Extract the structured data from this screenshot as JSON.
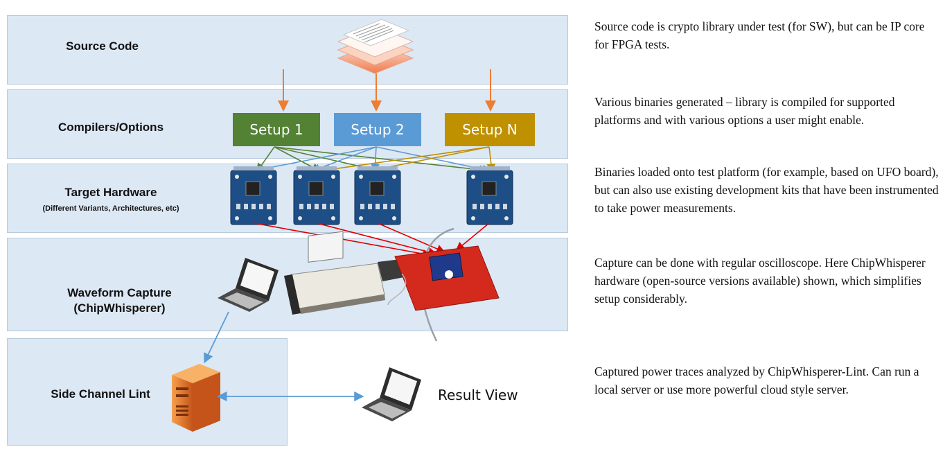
{
  "rows": [
    {
      "id": "source",
      "label": "Source Code",
      "sub": ""
    },
    {
      "id": "compilers",
      "label": "Compilers/Options",
      "sub": ""
    },
    {
      "id": "hardware",
      "label": "Target Hardware",
      "sub": "(Different Variants, Architectures, etc)"
    },
    {
      "id": "capture",
      "label": "Waveform Capture\n(ChipWhisperer)",
      "sub": ""
    },
    {
      "id": "lint",
      "label": "Side Channel Lint",
      "sub": ""
    }
  ],
  "setups": [
    {
      "label": "Setup 1",
      "color": "#548235"
    },
    {
      "label": "Setup 2",
      "color": "#5b9bd5"
    },
    {
      "label": "Setup N",
      "color": "#bf9000"
    }
  ],
  "result_view": "Result View",
  "descriptions": [
    "Source code is crypto library under test (for SW), but can be IP core for FPGA tests.",
    "Various binaries generated – library is compiled for supported platforms and with various options a user might enable.",
    "Binaries loaded onto test platform (for example, based on UFO board), but can also use existing development kits that have been instrumented to take power measurements.",
    "Capture can be done with regular oscilloscope. Here ChipWhisperer hardware (open-source versions available) shown, which simplifies setup considerably.",
    "Captured power traces analyzed by ChipWhisperer-Lint. Can run a local server or use more powerful cloud style server."
  ],
  "colors": {
    "band_fill": "#dce8f4",
    "band_border": "#b7c9dd",
    "orange_arrow": "#ed7d31",
    "red_arrow": "#e00000",
    "blue_arrow": "#5b9bd5",
    "pcb": "#1d4f86",
    "chipwhisperer_board": "#d42a1d"
  },
  "icons": [
    "document-stack-icon",
    "circuit-board-icon",
    "chipwhisperer-device-icon",
    "laptop-icon",
    "server-tower-icon"
  ]
}
